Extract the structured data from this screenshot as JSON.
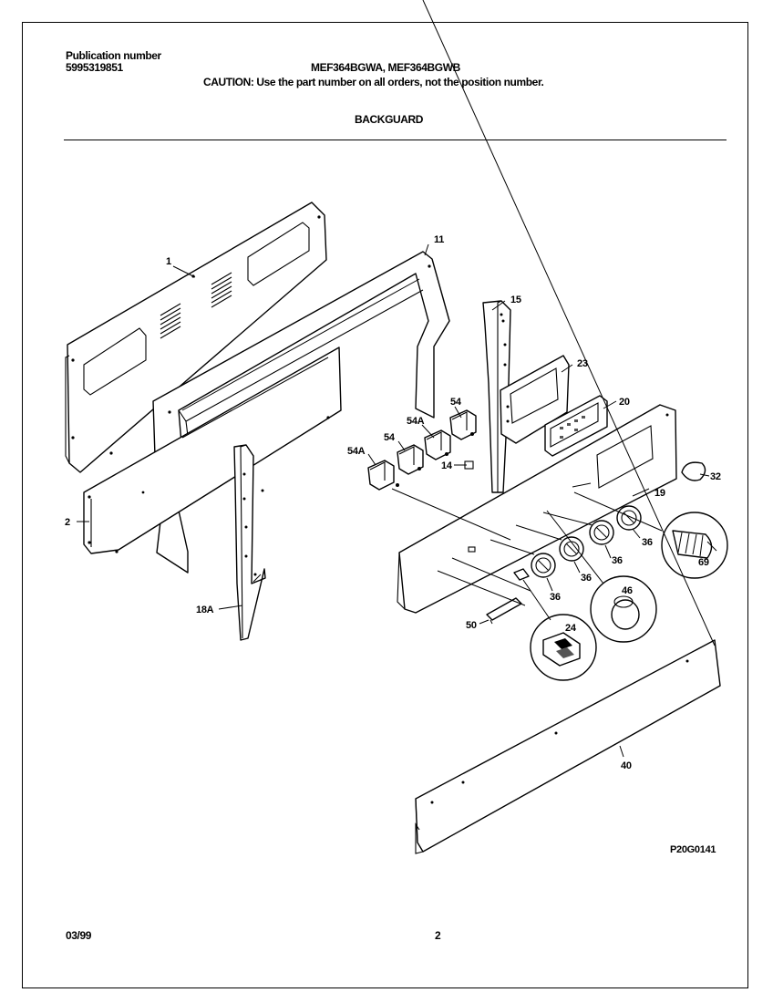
{
  "header": {
    "publication_label": "Publication number",
    "publication_number": "5995319851",
    "models": "MEF364BGWA, MEF364BGWB",
    "caution": "CAUTION:  Use the part number on all orders, not the position number.",
    "section": "BACKGUARD"
  },
  "diagram": {
    "labels": {
      "p1": "1",
      "p11": "11",
      "p15": "15",
      "p23": "23",
      "p20": "20",
      "p54a": "54",
      "p54b": "54",
      "p54A_a": "54A",
      "p54A_b": "54A",
      "p14": "14",
      "p32": "32",
      "p19": "19",
      "p2": "2",
      "p36a": "36",
      "p36b": "36",
      "p36c": "36",
      "p36d": "36",
      "p69": "69",
      "p46": "46",
      "p18A": "18A",
      "p50": "50",
      "p24": "24",
      "p40": "40"
    },
    "figure_code": "P20G0141"
  },
  "footer": {
    "date": "03/99",
    "page": "2"
  }
}
